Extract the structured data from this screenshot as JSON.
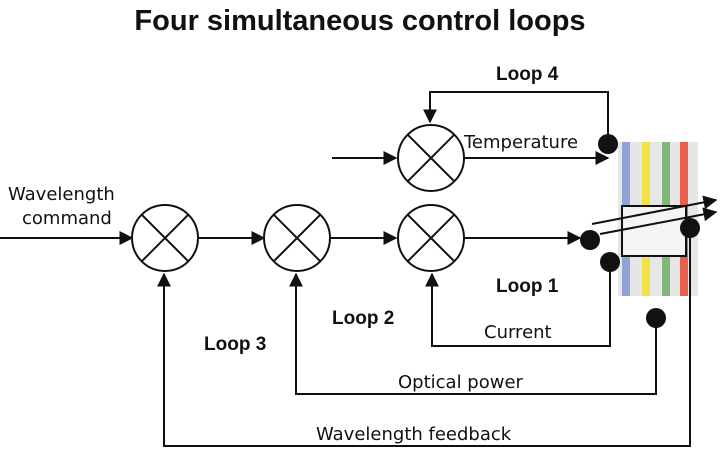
{
  "title": "Four simultaneous control loops",
  "input_label_line1": "Wavelength",
  "input_label_line2": "command",
  "loops": {
    "loop1": "Loop 1",
    "loop2": "Loop 2",
    "loop3": "Loop 3",
    "loop4": "Loop 4"
  },
  "signals": {
    "temperature": "Temperature",
    "current": "Current",
    "optical_power": "Optical power",
    "wavelength_feedback": "Wavelength feedback"
  },
  "colors": {
    "stripe_blue": "#8fa3d6",
    "stripe_yellow": "#f2e24a",
    "stripe_green": "#7fb87a",
    "stripe_red": "#e8614a",
    "stripe_background": "#e6e6e6"
  }
}
